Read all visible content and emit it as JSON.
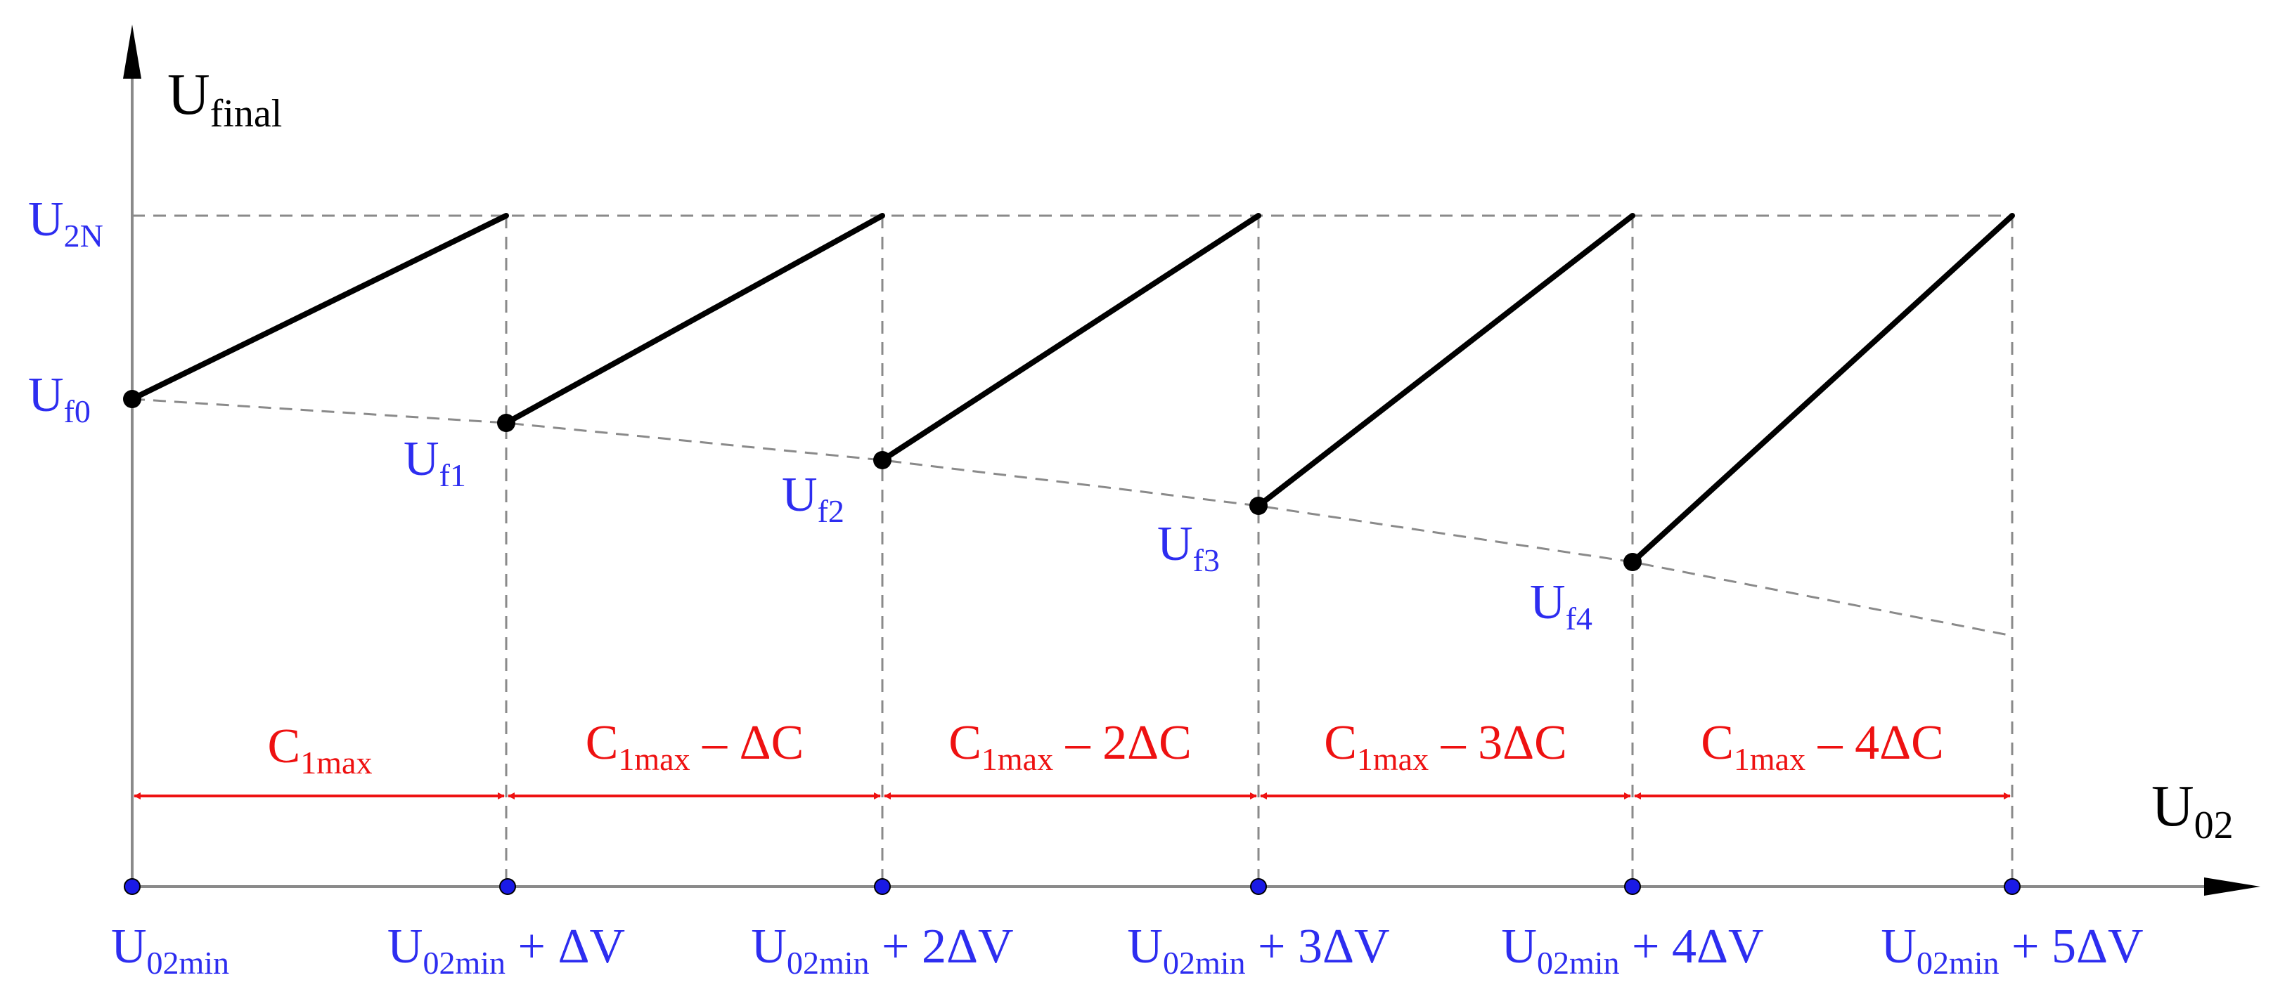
{
  "axes": {
    "y_label": {
      "main": "U",
      "sub": "final"
    },
    "x_label": {
      "main": "U",
      "sub": "02"
    }
  },
  "y_levels": {
    "top": {
      "main": "U",
      "sub": "2N"
    },
    "start": {
      "main": "U",
      "sub": "f0"
    }
  },
  "x_ticks": [
    {
      "main": "U",
      "sub": "02min",
      "suffix": ""
    },
    {
      "main": "U",
      "sub": "02min",
      "suffix": " + ΔV"
    },
    {
      "main": "U",
      "sub": "02min",
      "suffix": " + 2ΔV"
    },
    {
      "main": "U",
      "sub": "02min",
      "suffix": " + 3ΔV"
    },
    {
      "main": "U",
      "sub": "02min",
      "suffix": " + 4ΔV"
    },
    {
      "main": "U",
      "sub": "02min",
      "suffix": " + 5ΔV"
    }
  ],
  "interval_labels": [
    {
      "main": "C",
      "sub": "1max",
      "suffix": ""
    },
    {
      "main": "C",
      "sub": "1max",
      "suffix": " – ΔC"
    },
    {
      "main": "C",
      "sub": "1max",
      "suffix": " – 2ΔC"
    },
    {
      "main": "C",
      "sub": "1max",
      "suffix": " – 3ΔC"
    },
    {
      "main": "C",
      "sub": "1max",
      "suffix": " – 4ΔC"
    }
  ],
  "start_points": [
    {
      "main": "U",
      "sub": "f1"
    },
    {
      "main": "U",
      "sub": "f2"
    },
    {
      "main": "U",
      "sub": "f3"
    },
    {
      "main": "U",
      "sub": "f4"
    }
  ],
  "colors": {
    "label_blue": "#2d2df0",
    "interval_red": "#ee1111",
    "line_black": "#000000",
    "guide_gray": "#8a8a8a"
  }
}
